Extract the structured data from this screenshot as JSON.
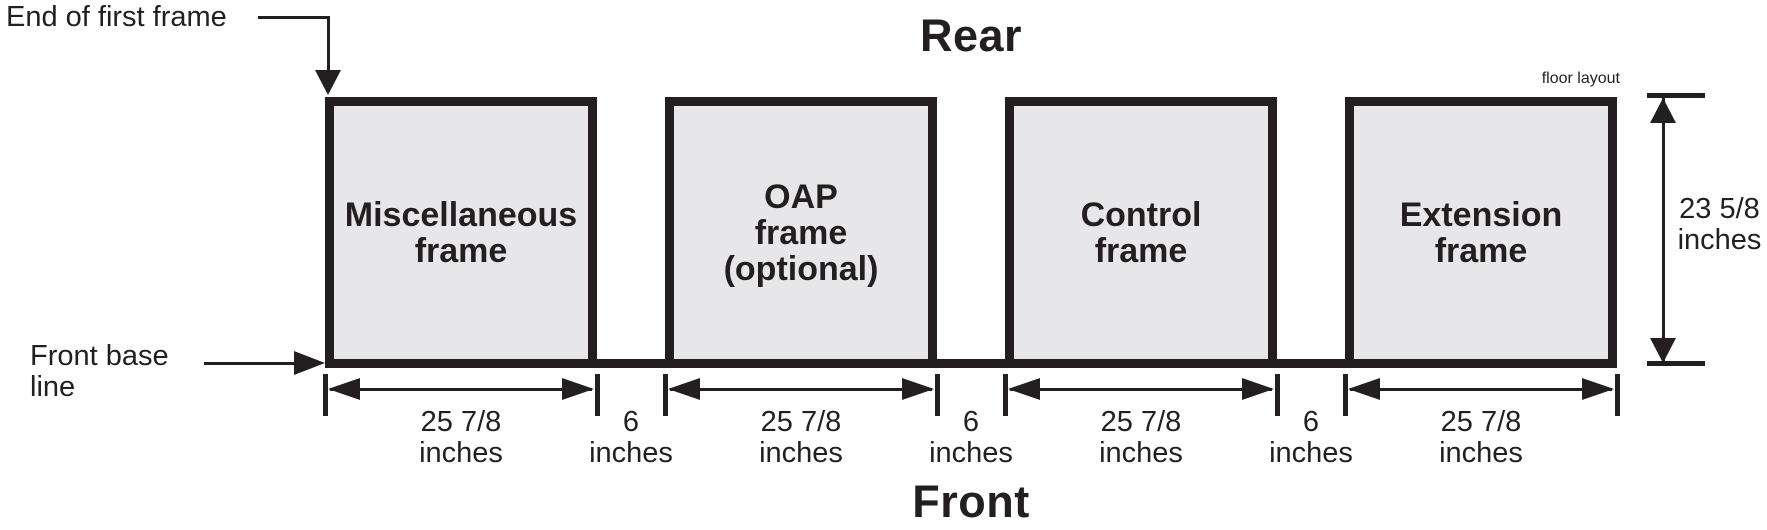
{
  "diagram": {
    "rear_label": "Rear",
    "front_label": "Front",
    "caption": "floor layout"
  },
  "annotations": {
    "end_of_first_frame": "End of first frame",
    "front_base_line": "Front base\nline"
  },
  "frames": [
    {
      "name": "miscellaneous",
      "label": "Miscellaneous\nframe",
      "width": "25 7/8\ninches"
    },
    {
      "name": "oap",
      "label": "OAP\nframe\n(optional)",
      "width": "25 7/8\ninches"
    },
    {
      "name": "control",
      "label": "Control\nframe",
      "width": "25 7/8\ninches"
    },
    {
      "name": "extension",
      "label": "Extension\nframe",
      "width": "25 7/8\ninches"
    }
  ],
  "gaps": [
    {
      "width": "6\ninches"
    },
    {
      "width": "6\ninches"
    },
    {
      "width": "6\ninches"
    }
  ],
  "height_dimension": "23 5/8\ninches",
  "colors": {
    "line": "#231f20",
    "frame_fill": "#e7e7e9",
    "background": "#ffffff"
  }
}
